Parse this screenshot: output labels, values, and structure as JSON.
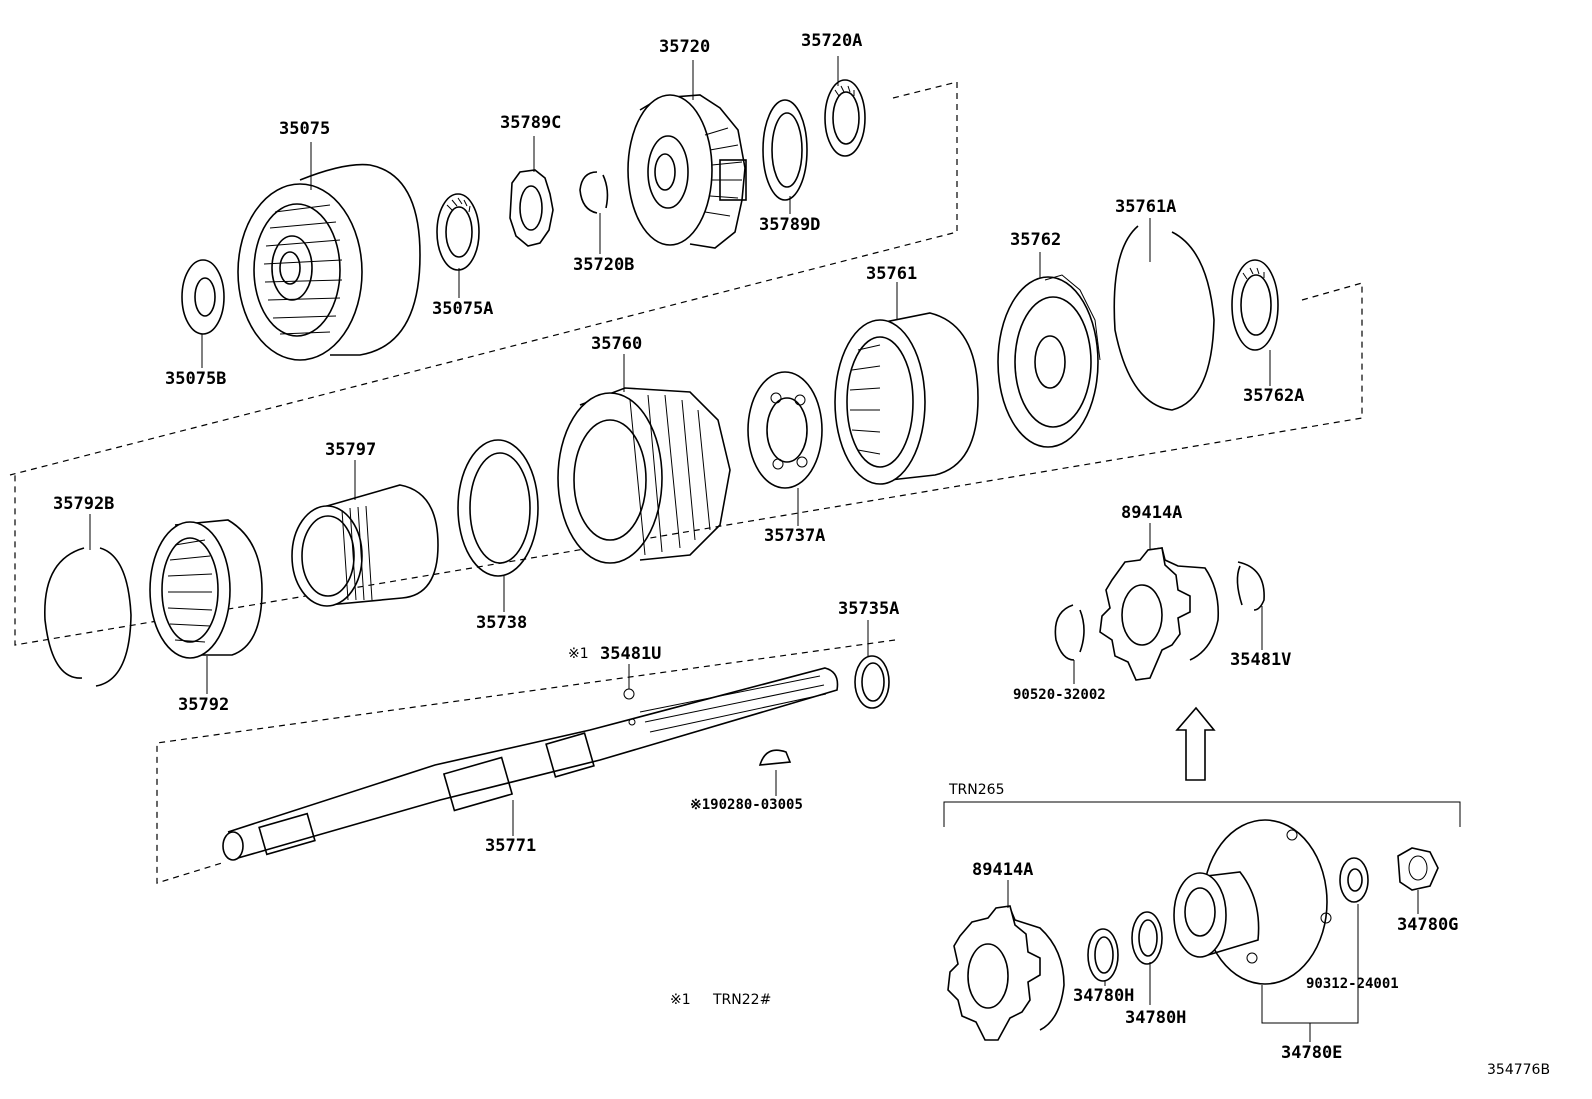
{
  "diagram_id": "354776B",
  "labels": {
    "p35720": "35720",
    "p35720A": "35720A",
    "p35075": "35075",
    "p35789C": "35789C",
    "p35789D": "35789D",
    "p35720B": "35720B",
    "p35075A": "35075A",
    "p35075B": "35075B",
    "p35761A": "35761A",
    "p35762": "35762",
    "p35761": "35761",
    "p35760": "35760",
    "p35762A": "35762A",
    "p35797": "35797",
    "p35792B": "35792B",
    "p35737A": "35737A",
    "p35738": "35738",
    "p35792": "35792",
    "p35735A": "35735A",
    "p35481U": "35481U",
    "p35481U_mark": "※1",
    "p90280": "※190280-03005",
    "p35771": "35771",
    "p89414A_top": "89414A",
    "p35481V": "35481V",
    "p90520": "90520-32002",
    "trn265": "TRN265",
    "p89414A_bottom": "89414A",
    "p34780G": "34780G",
    "p90312": "90312-24001",
    "p34780H_1": "34780H",
    "p34780H_2": "34780H",
    "p34780E": "34780E",
    "footnote_mark": "※1",
    "footnote_text": "TRN22#"
  },
  "icons": [
    "retaining-ring-icon",
    "thrust-washer-icon",
    "planetary-gear-icon",
    "shaft-icon",
    "sensor-rotor-icon",
    "flange-icon",
    "nut-icon",
    "arrow-up-icon"
  ]
}
